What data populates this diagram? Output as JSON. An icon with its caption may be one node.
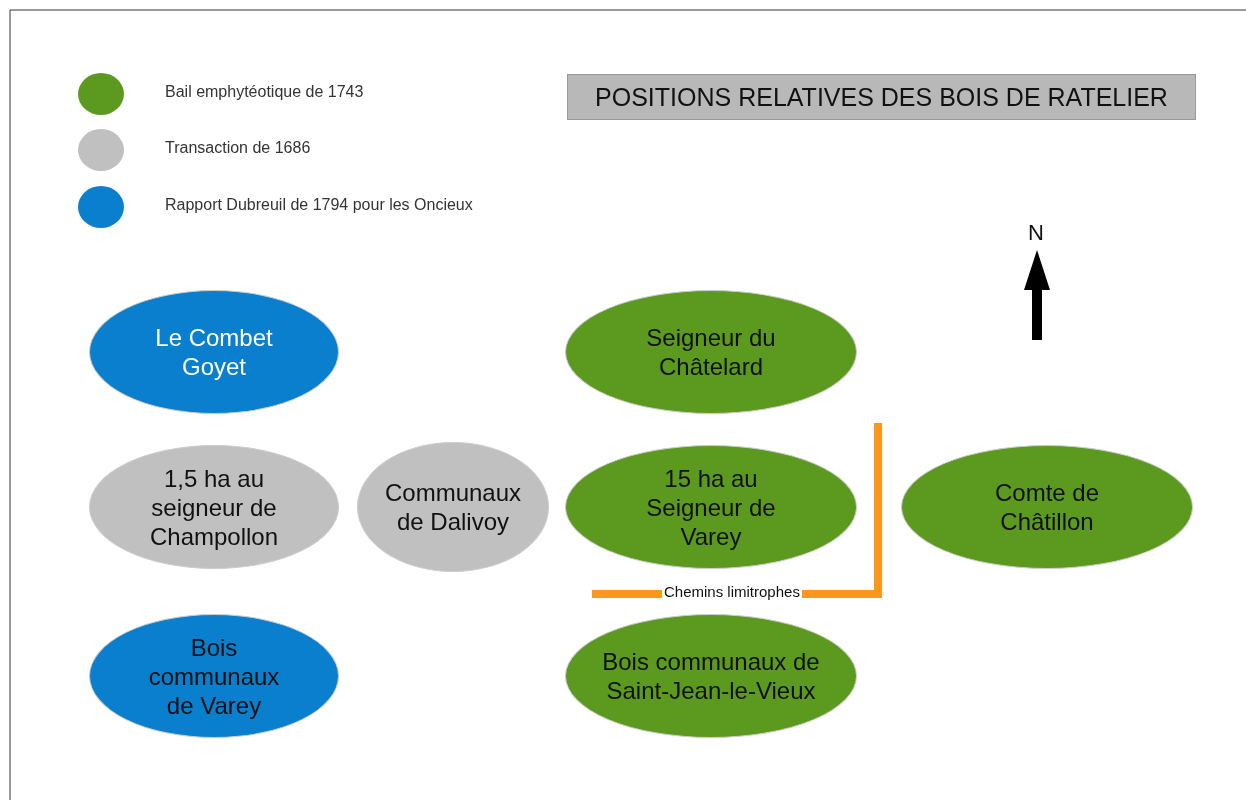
{
  "diagram": {
    "title": "POSITIONS RELATIVES DES BOIS DE RATELIER",
    "nodes": [
      {
        "text": [
          "Le Combet Goyet"
        ]
      },
      {
        "text": [
          "Seigneur du Châtelard"
        ]
      },
      {
        "text": [
          "1,5 ha au seigneur de Champollon"
        ]
      },
      {
        "text": [
          "Communaux de Dalivoy"
        ]
      },
      {
        "text": [
          "15 ha au Seigneur de Varey"
        ]
      },
      {
        "text": [
          "Comte de Châtillon"
        ]
      },
      {
        "text": [
          "Bois communaux de Varey"
        ]
      },
      {
        "text": [
          "Bois communaux de Saint-Jean-le-Vieux"
        ]
      }
    ],
    "edges": [],
    "labels": [
      "N",
      "Chemins limitrophes"
    ],
    "legend": [
      {
        "text": "Bail emphytéotique de 1743",
        "color": "#5b9a1f"
      },
      {
        "text": "Transaction de 1686",
        "color": "#c0c0c0"
      },
      {
        "text": "Rapport Dubreuil de 1794 pour les Oncieux",
        "color": "#0a7fce"
      }
    ]
  }
}
